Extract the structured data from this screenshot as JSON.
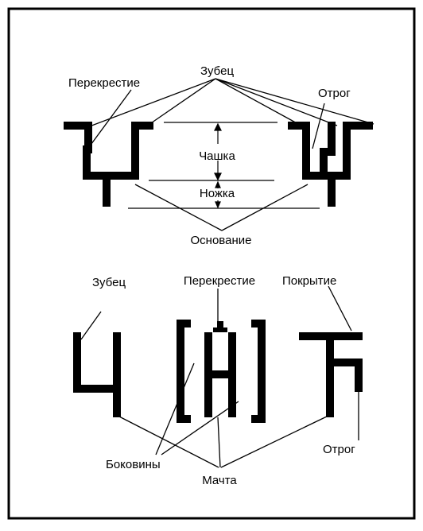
{
  "top_section": {
    "label_zubets": "Зубец",
    "label_perekrestie": "Перекрестие",
    "label_otrog": "Отрог",
    "label_chashka": "Чашка",
    "label_nozhka": "Ножка",
    "label_osnovanie": "Основание"
  },
  "bottom_section": {
    "label_zubets": "Зубец",
    "label_perekrestie": "Перекрестие",
    "label_pokrytie": "Покрытие",
    "label_otrog": "Отрог",
    "label_bokoviny": "Боковины",
    "label_machta": "Мачта"
  },
  "colors": {
    "ink": "#000000",
    "background": "#ffffff"
  }
}
